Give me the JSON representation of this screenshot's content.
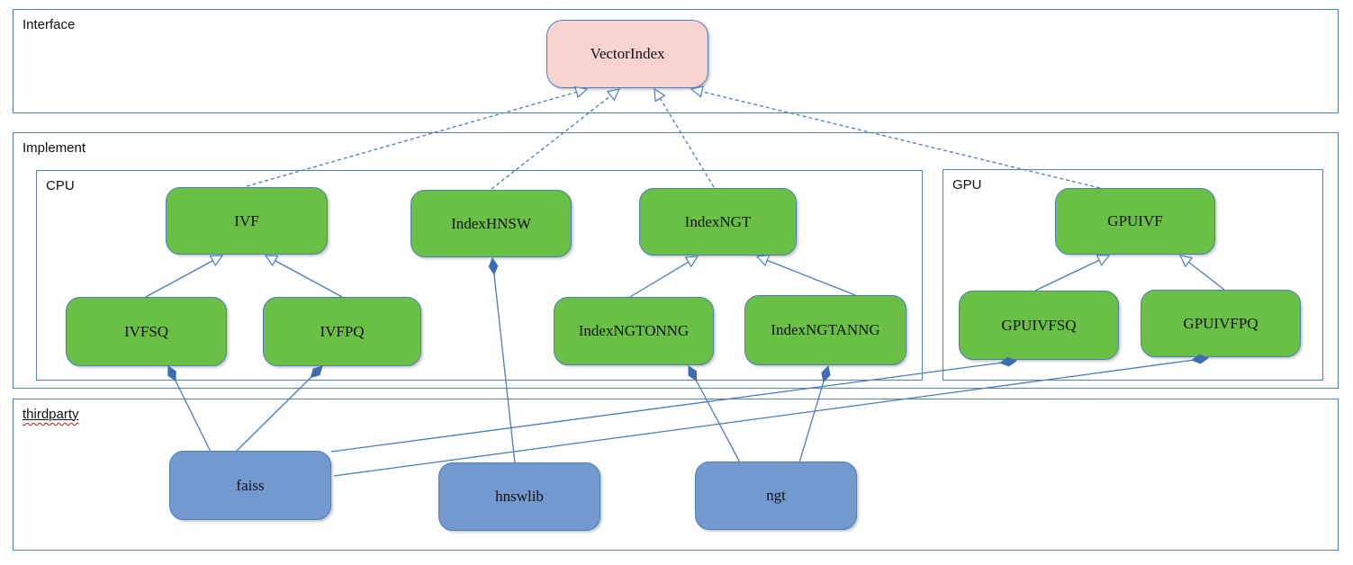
{
  "diagram": {
    "containers": {
      "interface": {
        "label": "Interface"
      },
      "implement": {
        "label": "Implement"
      },
      "cpu": {
        "label": "CPU"
      },
      "gpu": {
        "label": "GPU"
      },
      "thirdparty": {
        "label": "thirdparty"
      }
    },
    "nodes": {
      "vectorindex": {
        "label": "VectorIndex"
      },
      "ivf": {
        "label": "IVF"
      },
      "indexhnsw": {
        "label": "IndexHNSW"
      },
      "indexngt": {
        "label": "IndexNGT"
      },
      "ivfsq": {
        "label": "IVFSQ"
      },
      "ivfpq": {
        "label": "IVFPQ"
      },
      "indexngtonng": {
        "label": "IndexNGTONNG"
      },
      "indexngtanng": {
        "label": "IndexNGTANNG"
      },
      "gpuivf": {
        "label": "GPUIVF"
      },
      "gpuivfsq": {
        "label": "GPUIVFSQ"
      },
      "gpuivfpq": {
        "label": "GPUIVFPQ"
      },
      "faiss": {
        "label": "faiss"
      },
      "hnswlib": {
        "label": "hnswlib"
      },
      "ngt": {
        "label": "ngt"
      }
    },
    "relations": [
      {
        "from": "IVF",
        "to": "VectorIndex",
        "type": "realization-dashed"
      },
      {
        "from": "IndexHNSW",
        "to": "VectorIndex",
        "type": "realization-dashed"
      },
      {
        "from": "IndexNGT",
        "to": "VectorIndex",
        "type": "realization-dashed"
      },
      {
        "from": "GPUIVF",
        "to": "VectorIndex",
        "type": "realization-dashed"
      },
      {
        "from": "IVFSQ",
        "to": "IVF",
        "type": "generalization"
      },
      {
        "from": "IVFPQ",
        "to": "IVF",
        "type": "generalization"
      },
      {
        "from": "IndexNGTONNG",
        "to": "IndexNGT",
        "type": "generalization"
      },
      {
        "from": "IndexNGTANNG",
        "to": "IndexNGT",
        "type": "generalization"
      },
      {
        "from": "GPUIVFSQ",
        "to": "GPUIVF",
        "type": "generalization"
      },
      {
        "from": "GPUIVFPQ",
        "to": "GPUIVF",
        "type": "generalization"
      },
      {
        "from": "IVFSQ",
        "to": "faiss",
        "type": "composition"
      },
      {
        "from": "IVFPQ",
        "to": "faiss",
        "type": "composition"
      },
      {
        "from": "GPUIVFSQ",
        "to": "faiss",
        "type": "composition"
      },
      {
        "from": "GPUIVFPQ",
        "to": "faiss",
        "type": "composition"
      },
      {
        "from": "IndexHNSW",
        "to": "hnswlib",
        "type": "composition"
      },
      {
        "from": "IndexNGTONNG",
        "to": "ngt",
        "type": "composition"
      },
      {
        "from": "IndexNGTANNG",
        "to": "ngt",
        "type": "composition"
      }
    ],
    "colors": {
      "interface_node_fill": "#f8d3d1",
      "implement_node_fill": "#6abf45",
      "thirdparty_node_fill": "#7399cf",
      "node_border": "#4a7ebb",
      "container_border": "#4f81bd",
      "edge_line": "#4a7bc0",
      "diamond_fill": "#3d6eb5",
      "spellcheck_squiggle": "#cc1111"
    }
  }
}
